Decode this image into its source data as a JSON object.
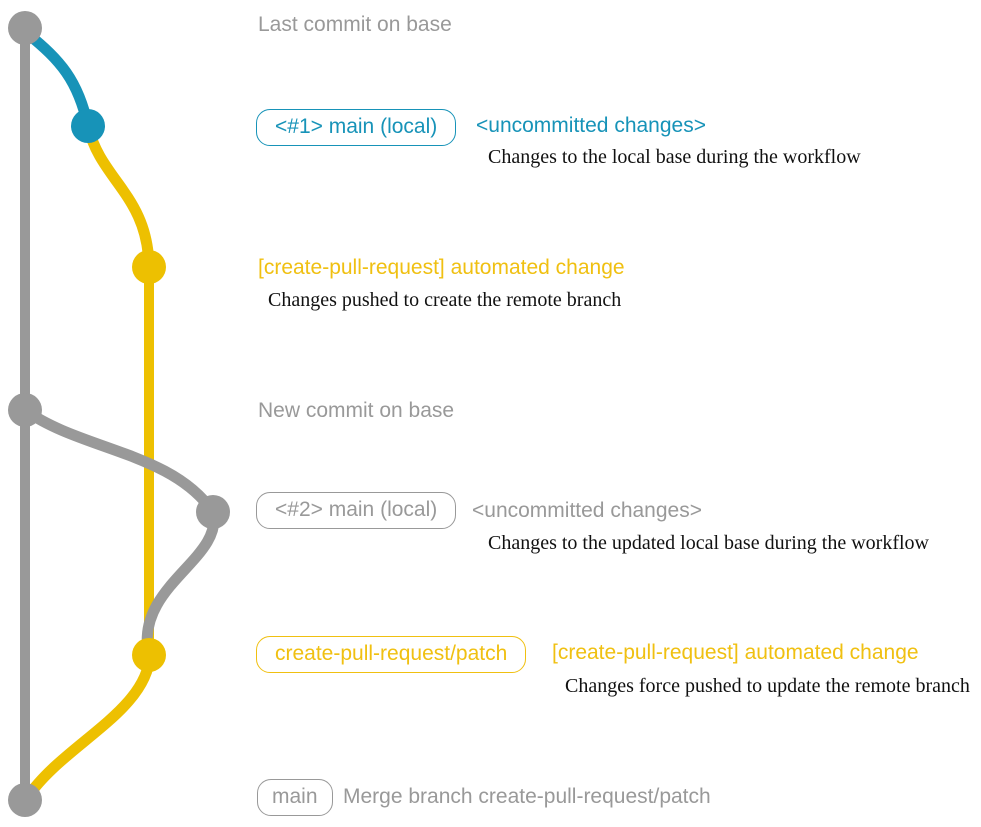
{
  "colors": {
    "gray": "#999999",
    "teal": "#1793B8",
    "yellow": "#EDC001",
    "yellowText": "#F0C011",
    "ink": "#111111"
  },
  "graph": {
    "nodes": [
      {
        "id": "last-commit-on-base",
        "color": "gray"
      },
      {
        "id": "local-change-1",
        "color": "teal"
      },
      {
        "id": "automated-change-1",
        "color": "yellow"
      },
      {
        "id": "new-commit-on-base",
        "color": "gray"
      },
      {
        "id": "local-change-2",
        "color": "gray"
      },
      {
        "id": "automated-change-2",
        "color": "yellow"
      },
      {
        "id": "merge-commit",
        "color": "gray"
      }
    ]
  },
  "annotations": {
    "lastCommit": {
      "message": "Last commit on base"
    },
    "localMain1": {
      "badge": "<#1> main (local)",
      "status": "<uncommitted changes>",
      "note": "Changes to the local base during the workflow"
    },
    "automated1": {
      "title": "[create-pull-request] automated change",
      "note": "Changes pushed to create the remote branch"
    },
    "newCommit": {
      "message": "New commit on base"
    },
    "localMain2": {
      "badge": "<#2> main (local)",
      "status": "<uncommitted changes>",
      "note": "Changes to the updated local base during the workflow"
    },
    "automated2": {
      "badge": "create-pull-request/patch",
      "title": "[create-pull-request] automated change",
      "note": "Changes force pushed to update the remote branch"
    },
    "merge": {
      "badge": "main",
      "message": "Merge branch create-pull-request/patch"
    }
  }
}
